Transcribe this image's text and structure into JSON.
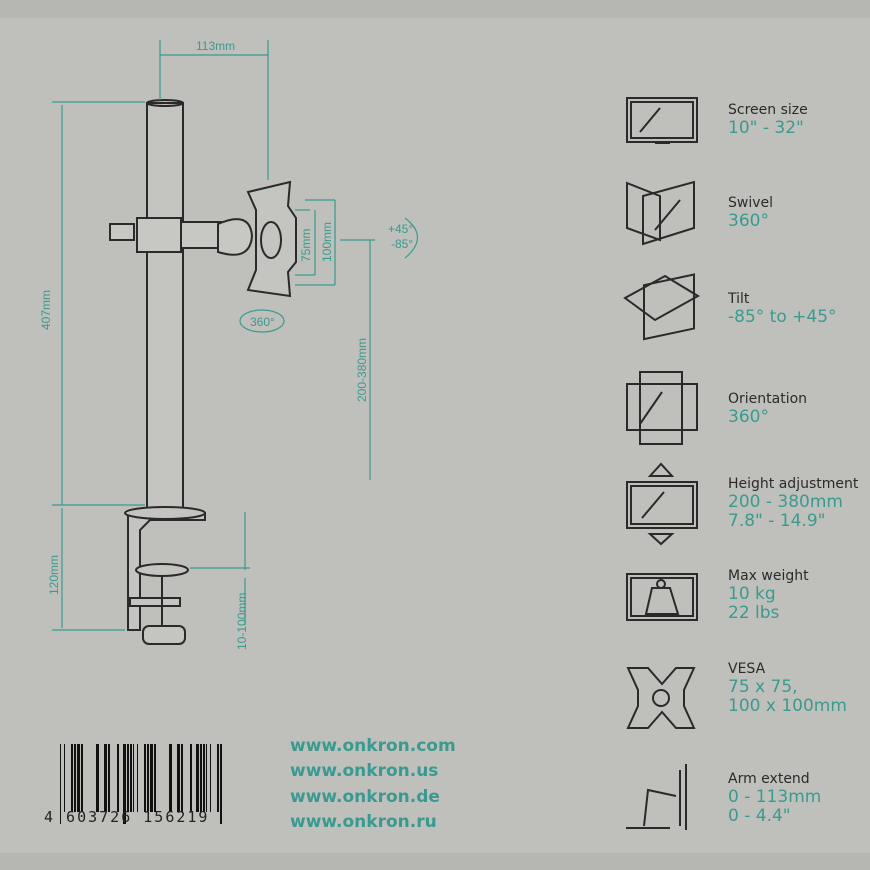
{
  "diagram": {
    "arm_extend_dim": "113mm",
    "pole_height_dim": "407mm",
    "clamp_height_dim": "120mm",
    "desk_thickness_dim": "10-100mm",
    "height_range_dim": "200-380mm",
    "vesa_small_dim": "75mm",
    "vesa_large_dim": "100mm",
    "tilt_up": "+45°",
    "tilt_down": "-85°",
    "swivel": "360°"
  },
  "features": [
    {
      "icon": "screen-icon",
      "label": "Screen size",
      "values": [
        "10\" - 32\""
      ]
    },
    {
      "icon": "swivel-icon",
      "label": "Swivel",
      "values": [
        "360°"
      ]
    },
    {
      "icon": "tilt-icon",
      "label": "Tilt",
      "values": [
        "-85° to +45°"
      ]
    },
    {
      "icon": "orientation-icon",
      "label": "Orientation",
      "values": [
        "360°"
      ]
    },
    {
      "icon": "height-icon",
      "label": "Height adjustment",
      "values": [
        "200 - 380mm",
        "7.8\" - 14.9\""
      ]
    },
    {
      "icon": "weight-icon",
      "label": "Max weight",
      "values": [
        "10 kg",
        "22 lbs"
      ]
    },
    {
      "icon": "vesa-icon",
      "label": "VESA",
      "values": [
        "75 x 75,",
        "100 x 100mm"
      ]
    },
    {
      "icon": "arm-extend-icon",
      "label": "Arm extend",
      "values": [
        "0 - 113mm",
        "0 - 4.4\""
      ]
    }
  ],
  "urls": [
    "www.onkron.com",
    "www.onkron.us",
    "www.onkron.de",
    "www.onkron.ru"
  ],
  "barcode": "4 603726 156219",
  "colors": {
    "accent": "#3a9a90",
    "line": "#2a2a2a",
    "background": "#bfc0bb"
  }
}
